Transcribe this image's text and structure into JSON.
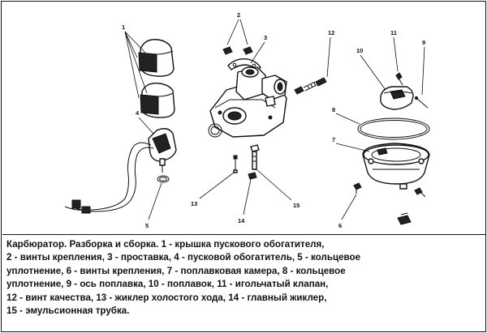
{
  "callouts": {
    "c1": "1",
    "c2": "2",
    "c3": "3",
    "c4": "4",
    "c5": "5",
    "c6": "6",
    "c7": "7",
    "c8": "8",
    "c9": "9",
    "c10": "10",
    "c11": "11",
    "c12": "12",
    "c13": "13",
    "c14": "14",
    "c15": "15"
  },
  "caption": {
    "lines": [
      "Карбюратор. Разборка и сборка. 1 - крышка пускового обогатителя,",
      "2 - винты крепления, 3 - проставка, 4 - пусковой обогатитель, 5 - кольцевое",
      "уплотнение, 6 - винты крепления, 7 - поплавковая камера, 8 - кольцевое",
      "уплотнение, 9 - ось поплавка, 10 - поплавок, 11 - игольчатый клапан,",
      "12 - винт качества, 13 - жиклер холостого хода, 14 -  главный жиклер,",
      "15 - эмульсионная трубка."
    ]
  }
}
